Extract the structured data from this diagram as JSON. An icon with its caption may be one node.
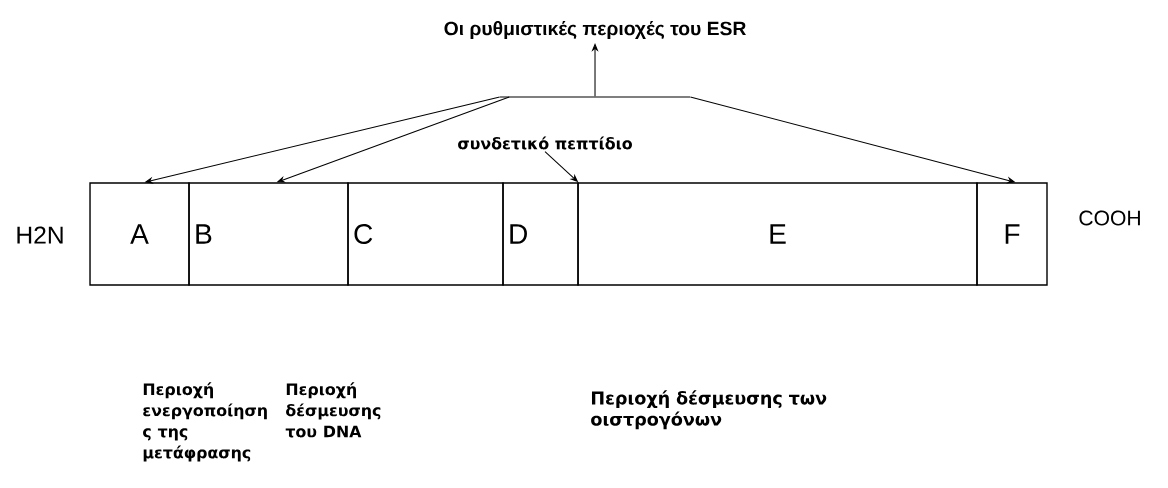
{
  "diagram": {
    "nodes": [
      {
        "text": [
          "Οι ρυθμιστικές περιοχές του ESR"
        ]
      },
      {
        "text": [],
        "shape": "bar"
      },
      {
        "text": [
          "συνδετικό πεπτίδιο"
        ]
      },
      {
        "text": [
          "A"
        ]
      },
      {
        "text": [
          "B"
        ]
      },
      {
        "text": [
          "C"
        ]
      },
      {
        "text": [
          "D"
        ]
      },
      {
        "text": [
          "E"
        ]
      },
      {
        "text": [
          "F"
        ]
      }
    ],
    "edges": [
      {
        "from": 1,
        "to": 0,
        "arrow": "to"
      },
      {
        "from": 1,
        "to": 3,
        "arrow": "to"
      },
      {
        "from": 1,
        "to": 4,
        "arrow": "to"
      },
      {
        "from": 1,
        "to": 8,
        "arrow": "to"
      },
      {
        "from": 2,
        "to": 6,
        "arrow": "to"
      }
    ],
    "labels": [
      "H2N",
      "COOH",
      "Περιοχή ενεργοποίηση ς της μετάφρασης",
      "Περιοχή δέσμευσης του DNA",
      "Περιοχή δέσμευσης των οιστρογόνων"
    ]
  }
}
